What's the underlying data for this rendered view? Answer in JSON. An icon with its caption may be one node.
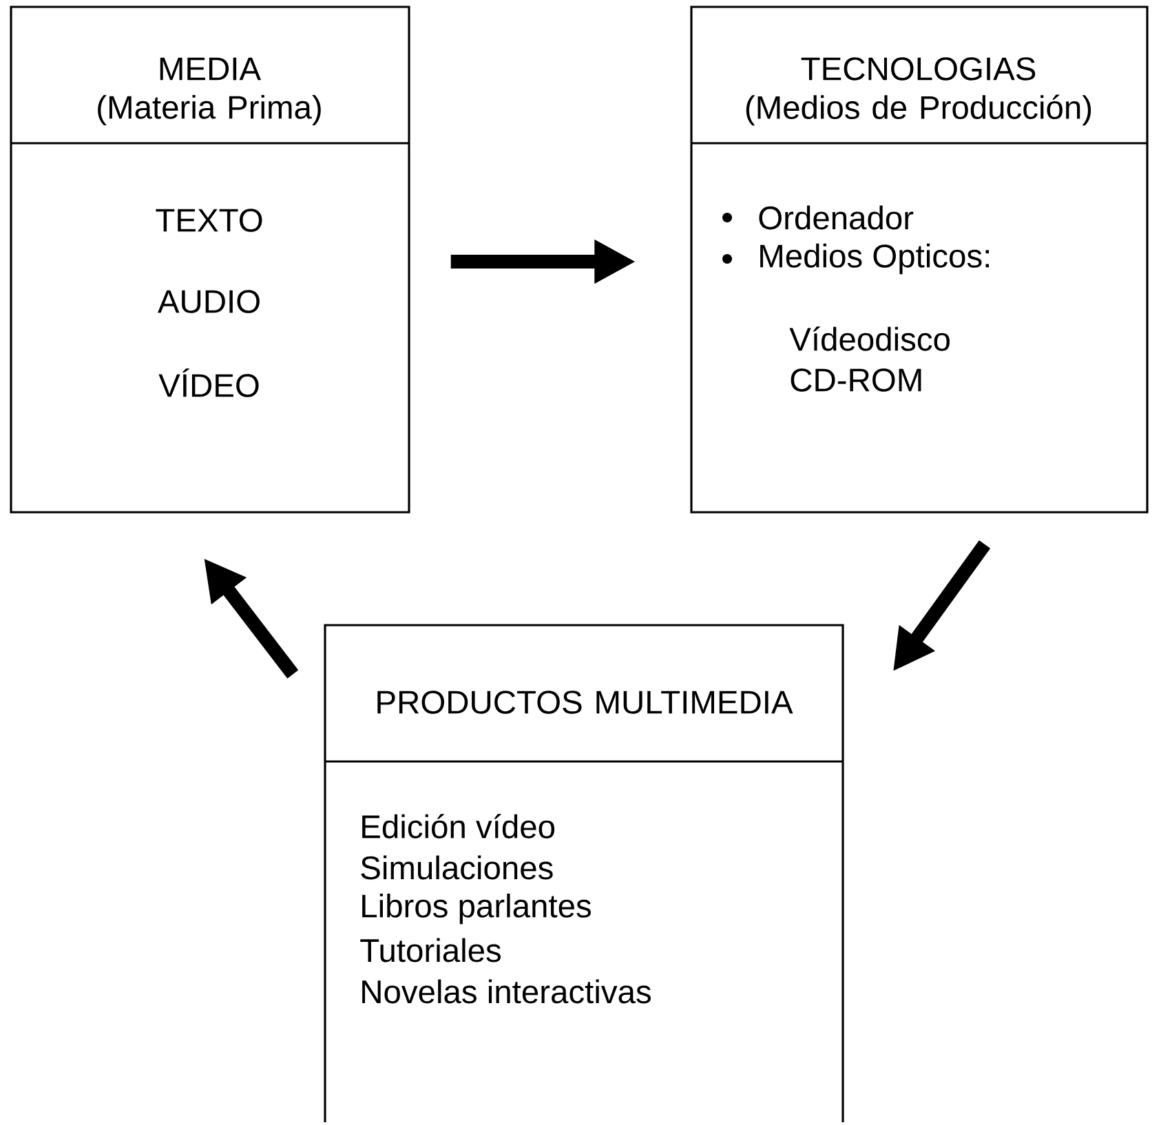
{
  "diagram": {
    "nodes": [
      {
        "text": [
          "MEDIA",
          "(Materia Prima)",
          "TEXTO",
          "AUDIO",
          "VÍDEO"
        ]
      },
      {
        "text": [
          "TECNOLOGIAS",
          "(Medios de Producción)",
          "Ordenador",
          "Medios Opticos:",
          "Vídeodisco",
          "CD-ROM"
        ]
      },
      {
        "text": [
          "PRODUCTOS MULTIMEDIA",
          "Edición vídeo",
          "Simulaciones",
          "Libros parlantes",
          "Tutoriales",
          "Novelas interactivas"
        ]
      }
    ],
    "edges": [
      {
        "from": 0,
        "to": 1,
        "arrow": "to"
      },
      {
        "from": 1,
        "to": 2,
        "arrow": "to"
      },
      {
        "from": 2,
        "to": 0,
        "arrow": "to"
      }
    ]
  }
}
